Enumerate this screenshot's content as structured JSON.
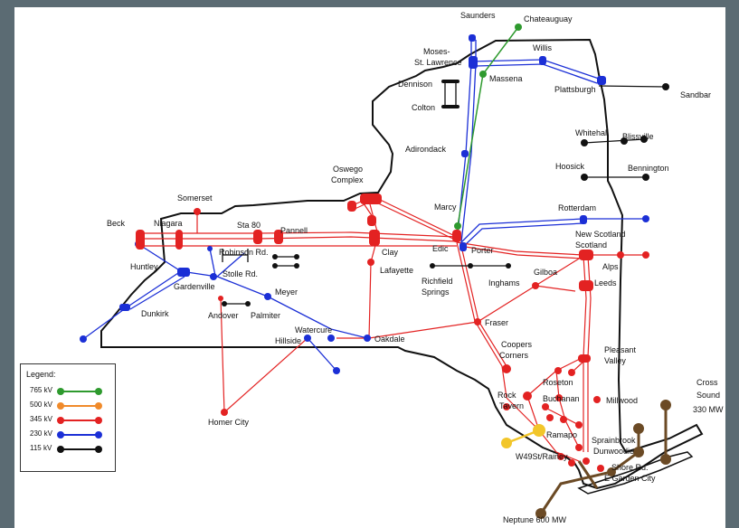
{
  "colors": {
    "kv765": "#2e9a2e",
    "kv500": "#f08a2a",
    "kv345": "#e32222",
    "kv230": "#1b2fd6",
    "kv115": "#111111",
    "hvdc": "#6b4a25",
    "ramapo_link": "#f2c62a",
    "outline": "#111111"
  },
  "legend": {
    "title": "Legend:",
    "items": [
      {
        "label": "765 kV",
        "color_key": "kv765"
      },
      {
        "label": "500 kV",
        "color_key": "kv500"
      },
      {
        "label": "345 kV",
        "color_key": "kv345"
      },
      {
        "label": "230 kV",
        "color_key": "kv230"
      },
      {
        "label": "115 kV",
        "color_key": "kv115"
      }
    ]
  },
  "stations": {
    "saunders": "Saunders",
    "chateauguay": "Chateauguay",
    "moses": "Moses-",
    "st_lawrence": "St. Lawrence",
    "willis": "Willis",
    "massena": "Massena",
    "plattsburgh": "Plattsburgh",
    "sandbar": "Sandbar",
    "dennison": "Dennison",
    "colton": "Colton",
    "adirondack": "Adirondack",
    "whitehall": "Whitehall",
    "blissville": "Blissville",
    "hoosick": "Hoosick",
    "bennington": "Bennington",
    "oswego": "Oswego",
    "complex": "Complex",
    "somerset": "Somerset",
    "beck": "Beck",
    "niagara": "Niagara",
    "sta80": "Sta 80",
    "pannell": "Pannell",
    "marcy": "Marcy",
    "rotterdam": "Rotterdam",
    "huntley": "Huntley",
    "robinson_rd": "Robinson Rd.",
    "stolle_rd": "Stolle Rd.",
    "clay": "Clay",
    "edic": "Edic",
    "porter": "Porter",
    "new_scotland": "New Scotland",
    "alps": "Alps",
    "lafayette": "Lafayette",
    "gardenville": "Gardenville",
    "meyer": "Meyer",
    "richfield": "Richfield",
    "springs": "Springs",
    "inghams": "Inghams",
    "gilboa": "Gilboa",
    "leeds": "Leeds",
    "dunkirk": "Dunkirk",
    "andover": "Andover",
    "palmiter": "Palmiter",
    "fraser": "Fraser",
    "watercure": "Watercure",
    "hillside": "Hillside",
    "oakdale": "Oakdale",
    "coopers": "Coopers",
    "corners": "Corners",
    "pleasant": "Pleasant",
    "valley": "Valley",
    "roseton": "Roseton",
    "rock": "Rock",
    "tavern": "Tavern",
    "buchanan": "Buchanan",
    "millwood": "Millwood",
    "cross_sound": "Cross",
    "sound": "Sound",
    "mw330": "330 MW",
    "homer_city": "Homer City",
    "ramapo": "Ramapo",
    "sprainbrook": "Sprainbrook",
    "dunwoodie": "Dunwoodie",
    "w49th": "W49St/Rainey",
    "shore_rd": "Shore Rd.",
    "garden_city": "E Garden City",
    "neptune": "Neptune 600 MW"
  }
}
